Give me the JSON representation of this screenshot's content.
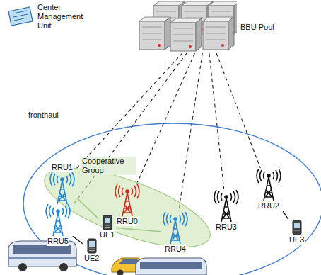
{
  "diagram": {
    "nodes": [
      {
        "text": [
          "Center Management Unit"
        ]
      },
      {
        "text": [
          "BBU Pool"
        ]
      },
      {
        "text": [
          "Cooperative Group"
        ]
      },
      {
        "text": [
          "RRU1"
        ],
        "in": 2
      },
      {
        "text": [
          "RRU0"
        ],
        "in": 2
      },
      {
        "text": [
          "UE1"
        ],
        "in": 2
      },
      {
        "text": [
          "RRU4"
        ],
        "in": 2
      },
      {
        "text": [
          "RRU2"
        ]
      },
      {
        "text": [
          "RRU5"
        ]
      },
      {
        "text": [
          "RRU3"
        ]
      },
      {
        "text": [
          "UE2"
        ]
      },
      {
        "text": [
          "UE3"
        ]
      }
    ],
    "edges": [
      {
        "from": 1,
        "to": 3,
        "arrow": "none"
      },
      {
        "from": 1,
        "to": 8,
        "arrow": "none"
      },
      {
        "from": 1,
        "to": 4,
        "arrow": "none"
      },
      {
        "from": 1,
        "to": 6,
        "arrow": "none"
      },
      {
        "from": 1,
        "to": 9,
        "arrow": "none"
      },
      {
        "from": 1,
        "to": 7,
        "arrow": "none"
      },
      {
        "from": 3,
        "to": 5,
        "arrow": "none"
      },
      {
        "from": 5,
        "to": 6,
        "arrow": "none"
      },
      {
        "from": 8,
        "to": 10,
        "arrow": "none"
      },
      {
        "from": 7,
        "to": 11,
        "arrow": "none"
      }
    ],
    "labels": [
      "fronthaul"
    ]
  }
}
